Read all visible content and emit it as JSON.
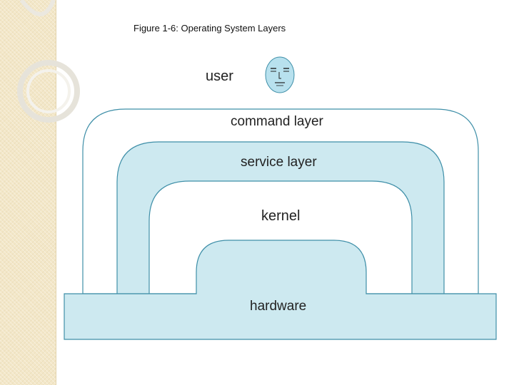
{
  "figure": {
    "title": "Figure 1-6: Operating System Layers"
  },
  "layers": {
    "user": "user",
    "command": "command layer",
    "service": "service layer",
    "kernel": "kernel",
    "hardware": "hardware"
  },
  "colors": {
    "layer_fill": "#cde9f0",
    "layer_stroke": "#3f8fa8",
    "white_fill": "#ffffff",
    "side_band": "#f3e7c8",
    "face_fill": "#b8e1ee"
  },
  "icons": {
    "user": "face-icon"
  }
}
